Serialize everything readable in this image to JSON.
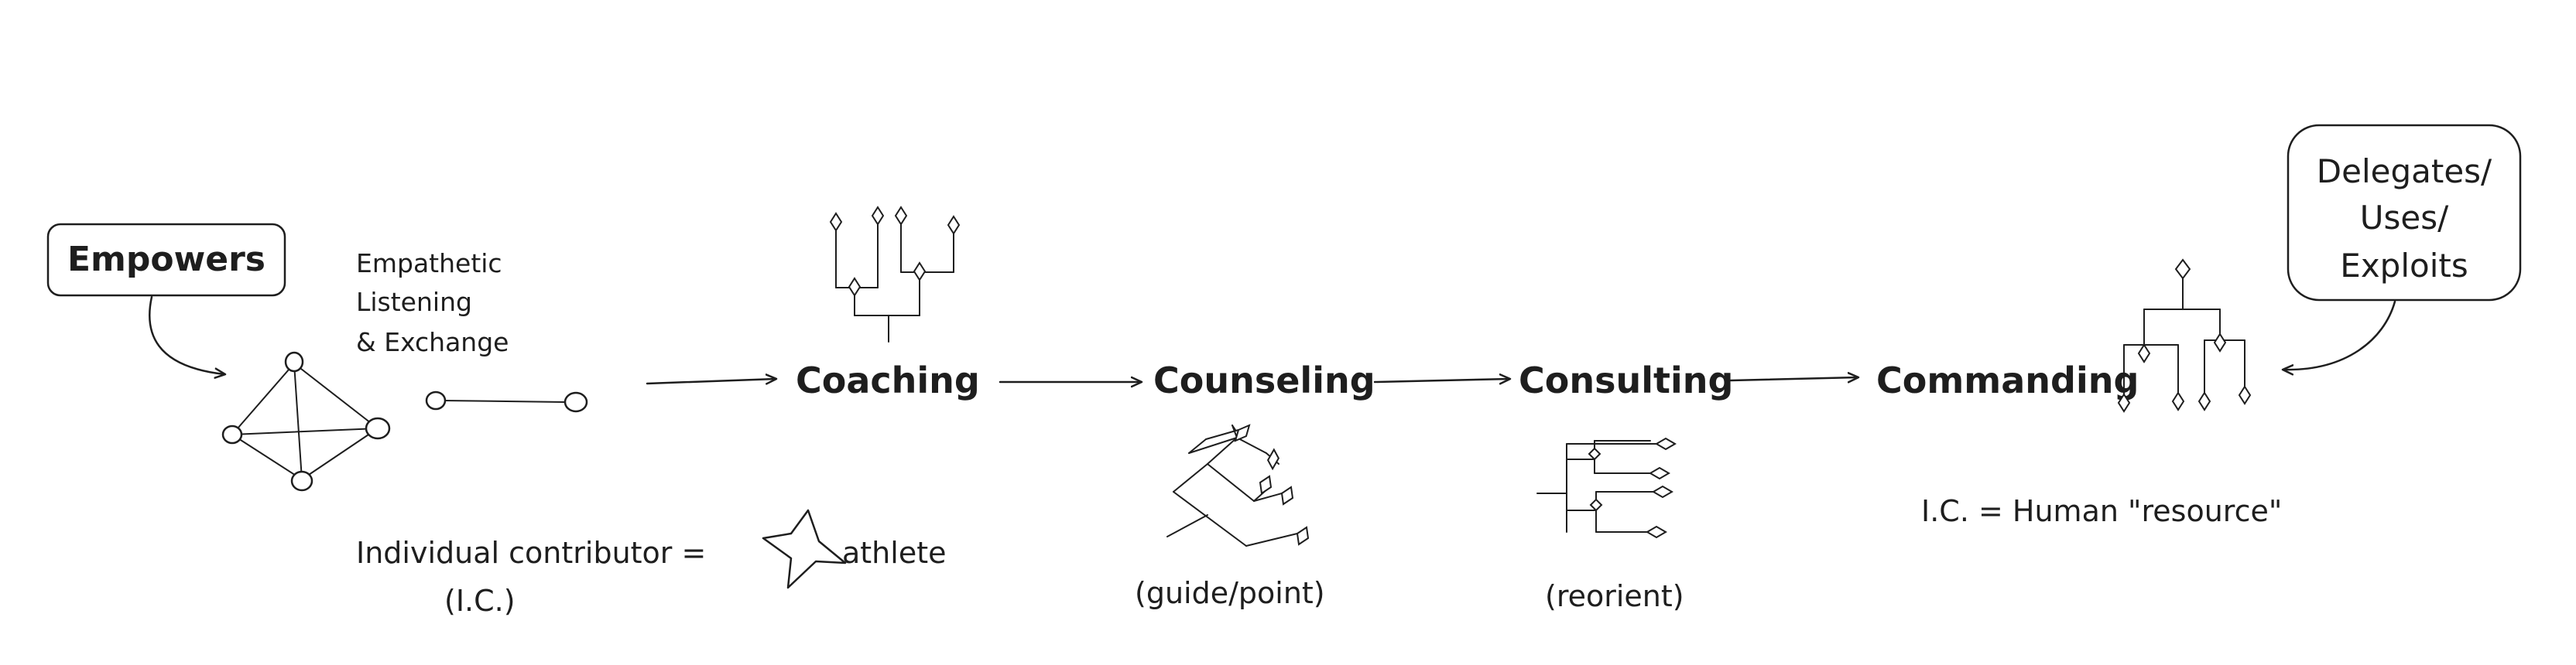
{
  "boxes": {
    "empowers": "Empowers",
    "delegates_lines": [
      "Delegates/",
      "Uses/",
      "Exploits"
    ]
  },
  "empathetic_lines": [
    "Empathetic",
    "Listening",
    "& Exchange"
  ],
  "stages": {
    "coaching": "Coaching",
    "counseling": "Counseling",
    "consulting": "Consulting",
    "commanding": "Commanding"
  },
  "notes": {
    "individual_contributor": "Individual contributor =",
    "athlete": "athlete",
    "ic_abbrev": "(I.C.)",
    "guide_point": "(guide/point)",
    "reorient": "(reorient)",
    "human_resource": "I.C. = Human \"resource\""
  }
}
